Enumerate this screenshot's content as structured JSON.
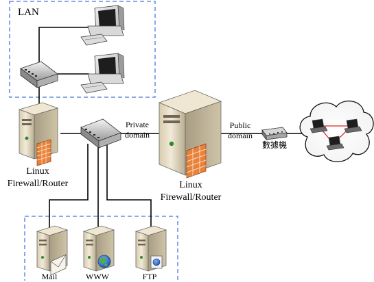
{
  "lan": {
    "label": "LAN"
  },
  "firewall_left": {
    "line1": "Linux",
    "line2": "Firewall/Router"
  },
  "firewall_right": {
    "line1": "Linux",
    "line2": "Firewall/Router"
  },
  "private_link": {
    "line1": "Private",
    "line2": "domain"
  },
  "public_link": {
    "line1": "Public",
    "line2": "domain"
  },
  "modem": {
    "label": "數據機"
  },
  "servers": [
    {
      "label": "Mail"
    },
    {
      "label": "WWW"
    },
    {
      "label": "FTP"
    }
  ],
  "colors": {
    "dashed_border": "#4a78d8",
    "cable": "#000000",
    "server_body": "#e6dcc4",
    "firewall_brick": "#e8823a",
    "globe": "#2f6fd1"
  }
}
